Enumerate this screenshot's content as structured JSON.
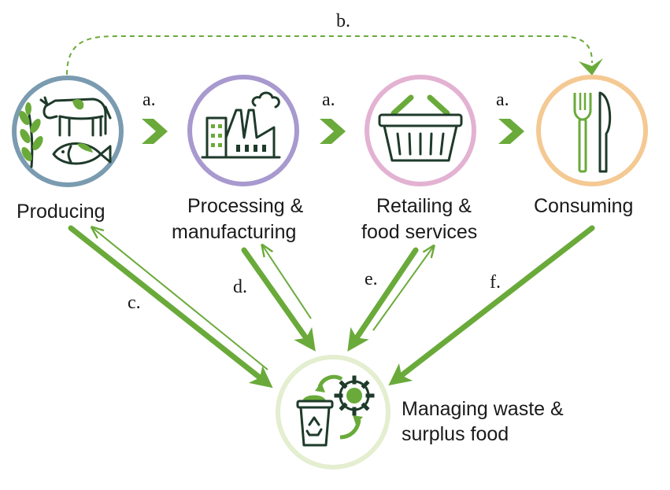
{
  "nodes": {
    "producing": {
      "label": "Producing",
      "ring_color": "#7a9bb0",
      "icon": "cow-fish-plant-icon"
    },
    "processing": {
      "label_line1": "Processing &",
      "label_line2": "manufacturing",
      "ring_color": "#a899cf",
      "icon": "factory-icon"
    },
    "retailing": {
      "label_line1": "Retailing &",
      "label_line2": "food services",
      "ring_color": "#e3b2d2",
      "icon": "shopping-basket-icon"
    },
    "consuming": {
      "label": "Consuming",
      "ring_color": "#f4c993",
      "icon": "fork-knife-icon"
    },
    "managing": {
      "label_line1": "Managing waste &",
      "label_line2": "surplus food",
      "ring_color": "#e4eed0",
      "icon": "recycle-bin-gear-icon"
    }
  },
  "arrow_labels": {
    "a1": "a.",
    "a2": "a.",
    "a3": "a.",
    "b": "b.",
    "c": "c.",
    "d": "d.",
    "e": "e.",
    "f": "f."
  },
  "colors": {
    "arrow_green": "#6aaa3a",
    "icon_ink": "#1e3a2a"
  }
}
